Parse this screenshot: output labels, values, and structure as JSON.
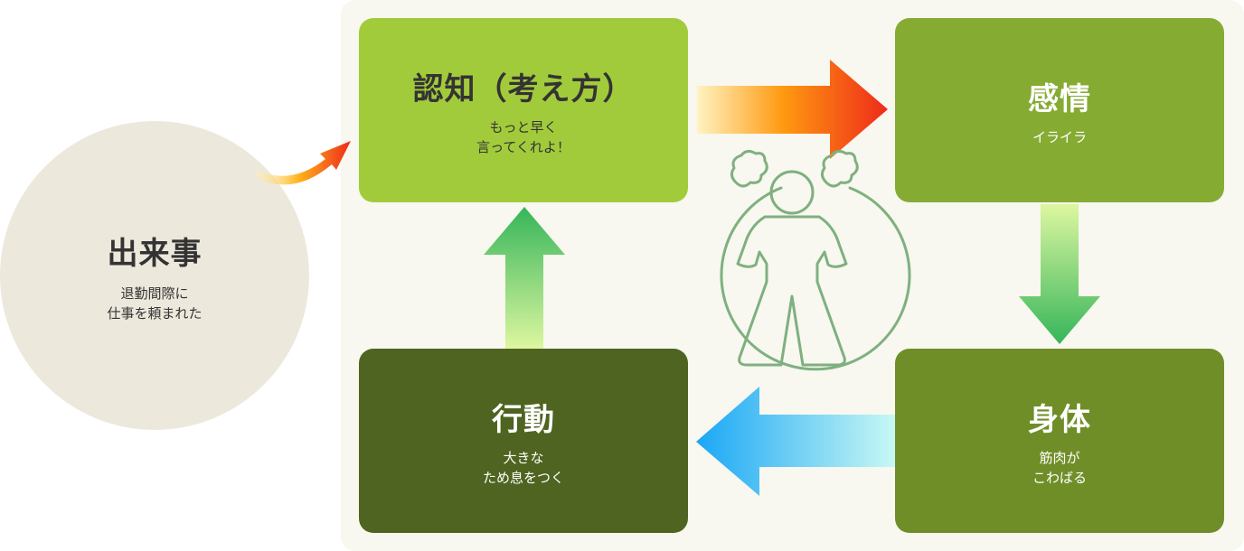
{
  "event": {
    "title": "出来事",
    "lines": [
      "退勤間際に",
      "仕事を頼まれた"
    ]
  },
  "cognition": {
    "title": "認知（考え方）",
    "lines": [
      "もっと早く",
      "言ってくれよ！"
    ]
  },
  "emotion": {
    "title": "感情",
    "lines": [
      "イライラ"
    ]
  },
  "body": {
    "title": "身体",
    "lines": [
      "筋肉が",
      "こわばる"
    ]
  },
  "behavior": {
    "title": "行動",
    "lines": [
      "大きな",
      "ため息をつく"
    ]
  },
  "colors": {
    "panel_bg": "#f8f7f0",
    "event_bg": "#ede8dc",
    "cognition_bg": "#a2cb3b",
    "emotion_bg": "#86ab33",
    "body_bg": "#6f8e28",
    "behavior_bg": "#4f6420",
    "figure_stroke": "#7fb07f",
    "arrow_hot": "#ee2a1a",
    "arrow_green": "#36b55a",
    "arrow_blue": "#1aa7f5"
  },
  "icons": {
    "center_figure": "angry-person-icon"
  }
}
